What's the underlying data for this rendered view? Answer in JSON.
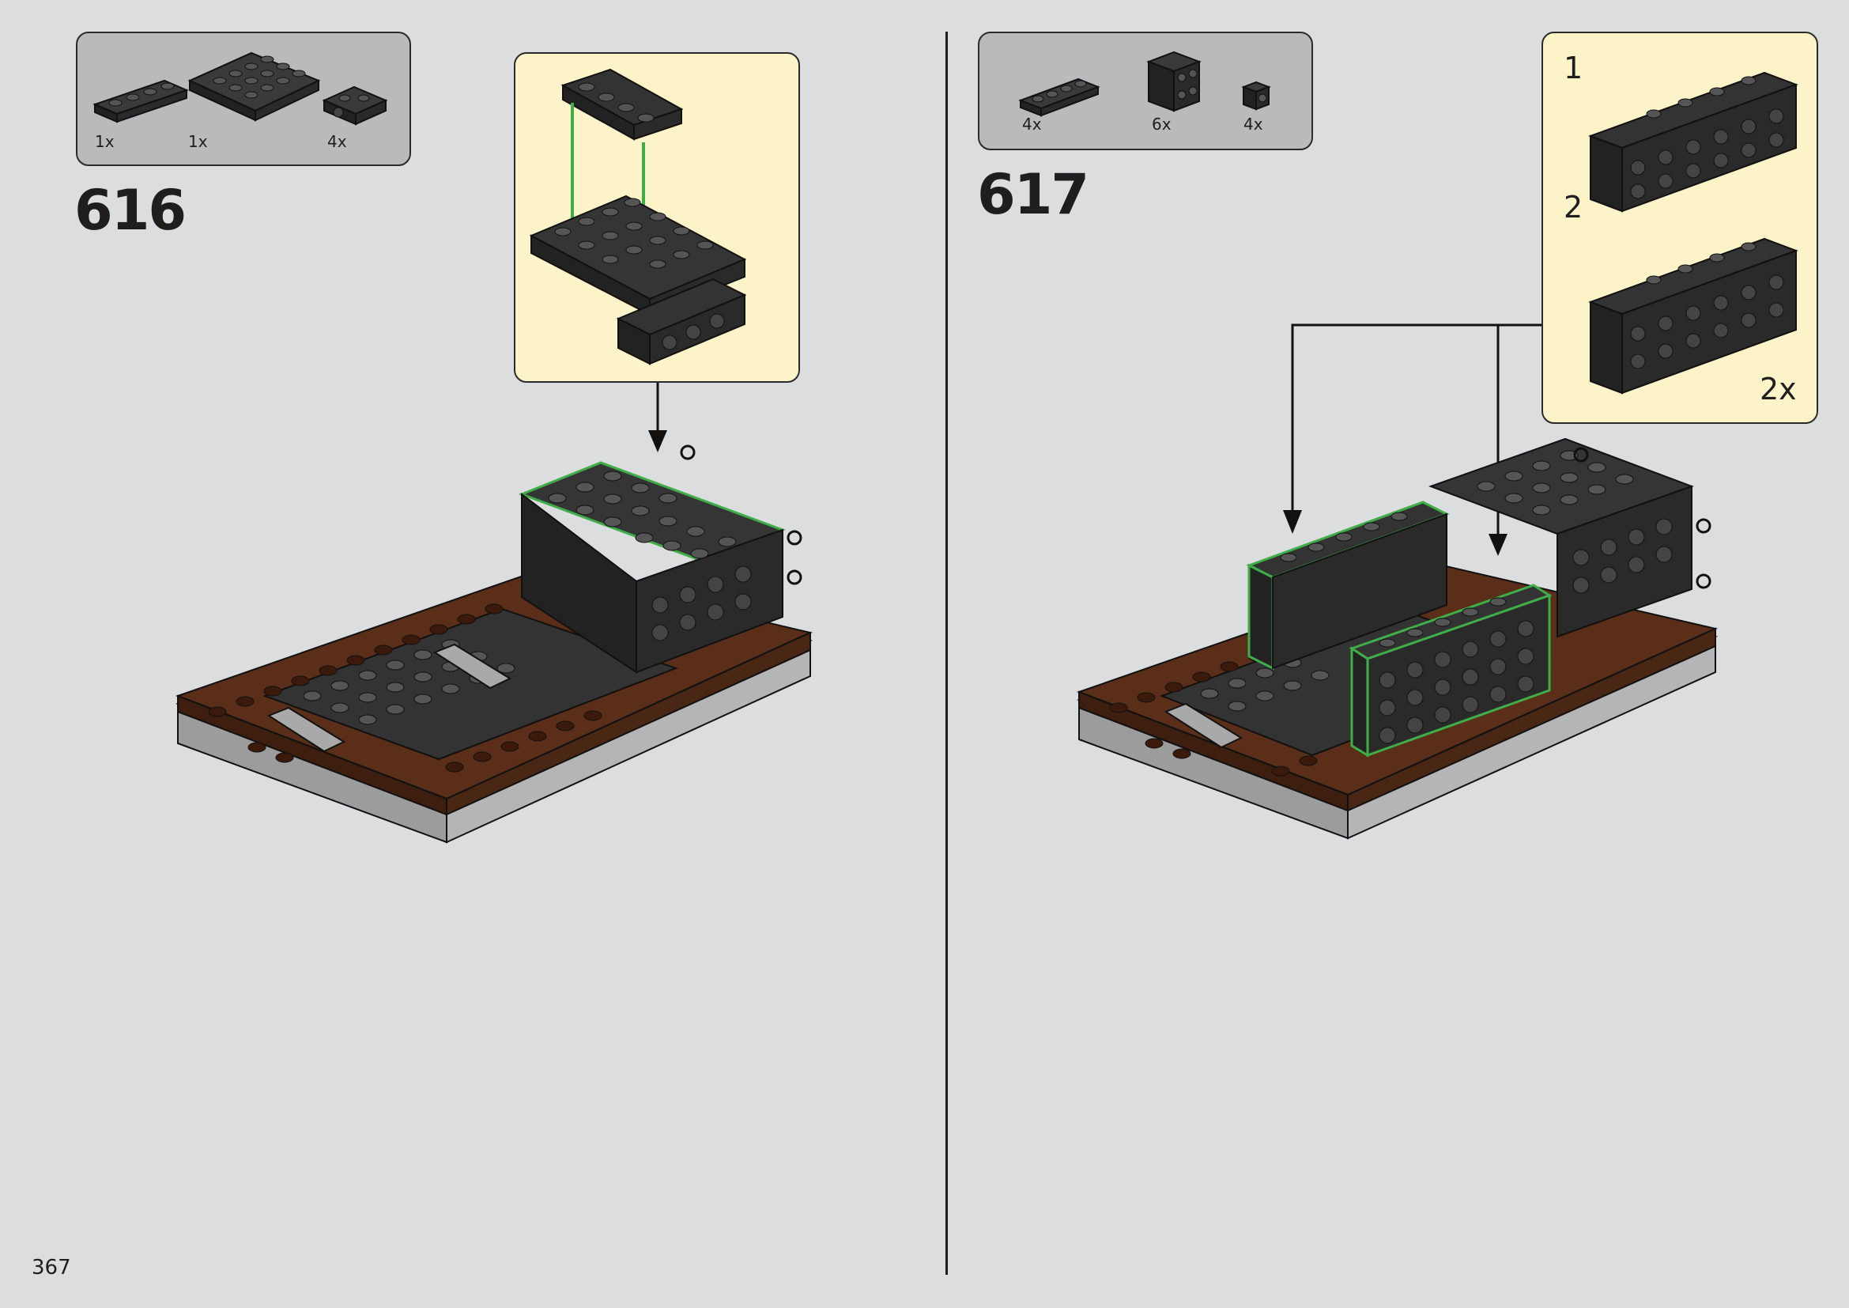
{
  "page": {
    "number": "367"
  },
  "colors": {
    "background": "#dcdddf",
    "parts_box": "#b9babc",
    "callout": "#fcf3c9",
    "brick_black": "#2b2b2b",
    "brick_brown": "#5a2e18",
    "highlight_green": "#3fae49"
  },
  "steps": [
    {
      "number": "616",
      "parts": [
        {
          "qty": "1x",
          "icon": "plate-1x4-icon"
        },
        {
          "qty": "1x",
          "icon": "plate-4x4-icon"
        },
        {
          "qty": "4x",
          "icon": "bracket-1x2-icon"
        }
      ],
      "callout": {
        "icon": "subassembly-plates-icon"
      }
    },
    {
      "number": "617",
      "parts": [
        {
          "qty": "4x",
          "icon": "plate-1x4-icon"
        },
        {
          "qty": "6x",
          "icon": "brick-studs-on-side-icon"
        },
        {
          "qty": "4x",
          "icon": "brick-1x1-studs-side-icon"
        }
      ],
      "callout": {
        "step1": "1",
        "step2": "2",
        "multiplier": "2x"
      }
    }
  ]
}
